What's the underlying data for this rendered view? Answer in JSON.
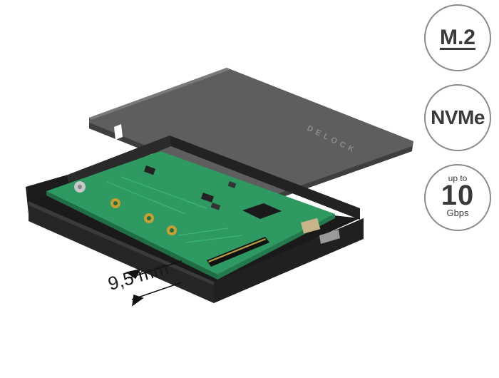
{
  "badges": {
    "connector": "M.2",
    "protocol": "NVMe",
    "speed_prefix": "up to",
    "speed_value": "10",
    "speed_unit": "Gbps"
  },
  "product": {
    "brand_logo": "DELOCK",
    "height_dimension": "9,5 mm"
  },
  "colors": {
    "cover": "#5c5c5c",
    "frame": "#1e1e1e",
    "pcb": "#2f9a63",
    "badge_border": "#8a8a8a"
  }
}
